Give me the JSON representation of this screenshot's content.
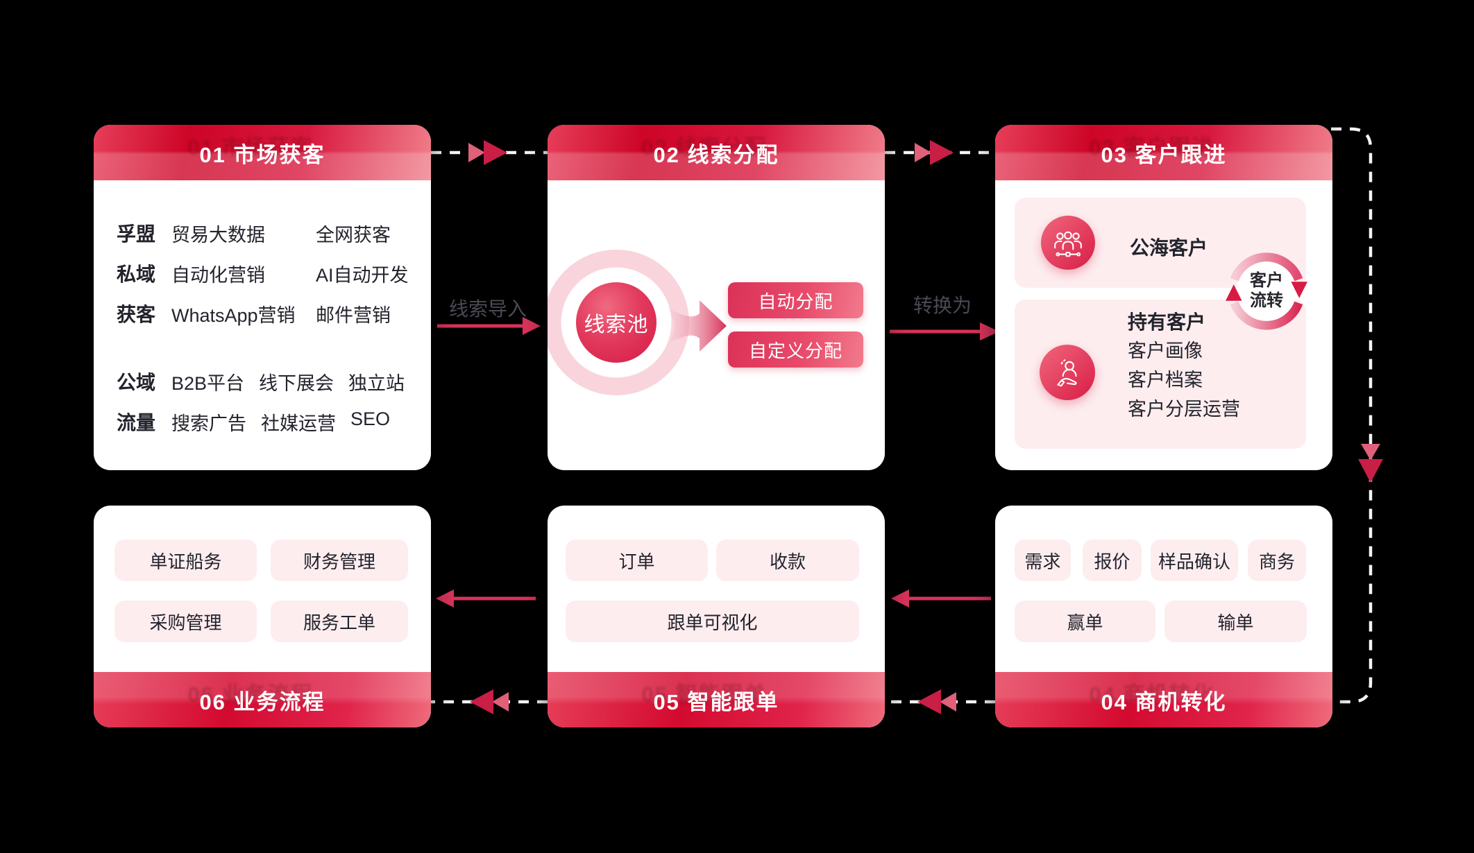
{
  "labels": {
    "lead_import": "线索导入",
    "convert_to": "转换为",
    "flow_line1": "客户",
    "flow_line2": "流转"
  },
  "cards": {
    "market": {
      "title": "01 市场获客",
      "rows": [
        {
          "label": "孚盟",
          "items": [
            "贸易大数据",
            "全网获客"
          ]
        },
        {
          "label": "私域",
          "items": [
            "自动化营销",
            "AI自动开发"
          ]
        },
        {
          "label": "获客",
          "items": [
            "WhatsApp营销",
            "邮件营销"
          ]
        },
        {
          "label": "公域",
          "items": [
            "B2B平台",
            "线下展会",
            "独立站"
          ]
        },
        {
          "label": "流量",
          "items": [
            "搜索广告",
            "社媒运营",
            "SEO"
          ]
        }
      ]
    },
    "leads": {
      "title": "02 线索分配",
      "pool": "线索池",
      "btn_auto": "自动分配",
      "btn_custom": "自定义分配"
    },
    "follow": {
      "title": "03 客户跟进",
      "public_label": "公海客户",
      "owned_title": "持有客户",
      "owned_items": [
        "客户画像",
        "客户档案",
        "客户分层运营"
      ]
    },
    "convert": {
      "title": "04 商机转化",
      "chips": [
        "需求",
        "报价",
        "样品确认",
        "商务"
      ],
      "chips2": [
        "赢单",
        "输单"
      ]
    },
    "tracking": {
      "title": "05 智能跟单",
      "chips": [
        "订单",
        "收款"
      ],
      "chip_wide": "跟单可视化"
    },
    "process": {
      "title": "06 业务流程",
      "chips": [
        "单证船务",
        "财务管理",
        "采购管理",
        "服务工单"
      ]
    }
  },
  "colors": {
    "accent": "#d8204a",
    "header_deep": "#cd0527",
    "header_light": "#f07f8b",
    "chip_bg": "#fdedef",
    "text_dark": "#23232d",
    "dash": "#f5f5f5"
  }
}
